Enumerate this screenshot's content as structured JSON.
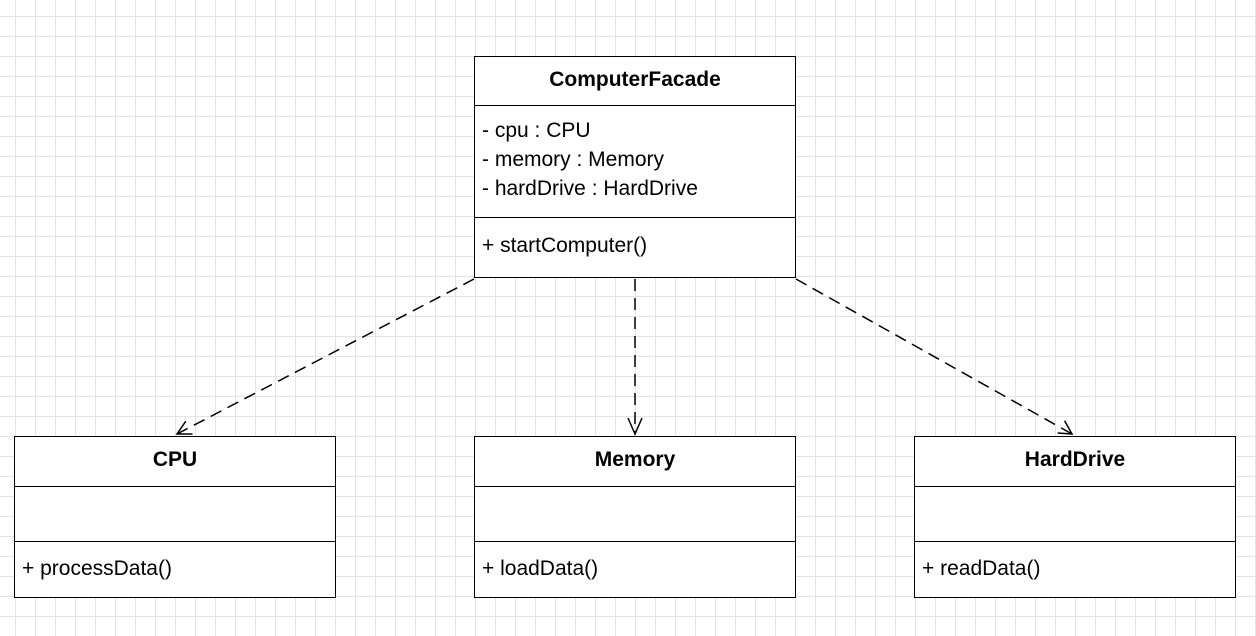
{
  "diagram": {
    "classes": {
      "facade": {
        "name": "ComputerFacade",
        "attributes": [
          "- cpu : CPU",
          "- memory : Memory",
          "- hardDrive : HardDrive"
        ],
        "operations": [
          "+ startComputer()"
        ]
      },
      "cpu": {
        "name": "CPU",
        "attributes": [],
        "operations": [
          "+ processData()"
        ]
      },
      "memory": {
        "name": "Memory",
        "attributes": [],
        "operations": [
          "+ loadData()"
        ]
      },
      "harddrive": {
        "name": "HardDrive",
        "attributes": [],
        "operations": [
          "+ readData()"
        ]
      }
    },
    "relationships": [
      {
        "from": "ComputerFacade",
        "to": "CPU",
        "type": "dependency"
      },
      {
        "from": "ComputerFacade",
        "to": "Memory",
        "type": "dependency"
      },
      {
        "from": "ComputerFacade",
        "to": "HardDrive",
        "type": "dependency"
      }
    ],
    "colors": {
      "background": "#ffffff",
      "grid": "#e4e4e4",
      "stroke": "#000000"
    }
  }
}
